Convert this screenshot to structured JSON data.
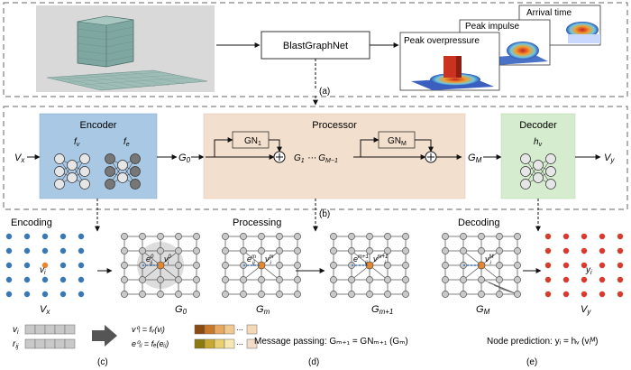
{
  "top": {
    "model": "BlastGraphNet",
    "outputs": [
      "Arrival time",
      "Peak impulse",
      "Peak overpressure"
    ],
    "panel_a": "(a)"
  },
  "middle": {
    "encoder": {
      "title": "Encoder",
      "fv": "f",
      "fv_sub": "v",
      "fe": "f",
      "fe_sub": "e",
      "input": "V",
      "input_sub": "x"
    },
    "processor": {
      "title": "Processor",
      "gn1": "GN",
      "gn1_sub": "1",
      "gnm": "GN",
      "gnm_sub": "M",
      "seq": "G",
      "seq_sub1": "1",
      "seq_mid": " ⋯ G",
      "seq_sub2": "M−1"
    },
    "decoder": {
      "title": "Decoder",
      "hv": "h",
      "hv_sub": "v",
      "output": "V",
      "output_sub": "y"
    },
    "g0": "G",
    "g0_sub": "0",
    "gm": "G",
    "gm_sub": "M",
    "panel_b": "(b)"
  },
  "bottom": {
    "encoding": "Encoding",
    "processing": "Processing",
    "decoding": "Decoding",
    "vi": "v",
    "vi_sub": "i",
    "vx": "V",
    "vx_sub": "x",
    "g0": "G",
    "g0_sub": "0",
    "gm": "G",
    "gm_sub": "m",
    "gm1": "G",
    "gm1_sub": "m+1",
    "gM": "G",
    "gM_sub": "M",
    "vy": "V",
    "vy_sub": "y",
    "yi": "y",
    "yi_sub": "i",
    "feat_vi": "v",
    "feat_vi_sub": "i",
    "feat_rij": "r",
    "feat_rij_sub": "ij",
    "eq_v0": "v⁰ᵢ = fᵥ(vᵢ)",
    "eq_e0": "e⁰ᵢⱼ = fₑ(eᵢⱼ)",
    "message_passing": "Message passing: Gₘ₊₁ = GNₘ₊₁ (Gₘ)",
    "node_prediction": "Node prediction: yᵢ = hᵥ (vᵢᴹ)",
    "panel_c": "(c)",
    "panel_d": "(d)",
    "panel_e": "(e)"
  },
  "colors": {
    "encoder_bg": "#a9c8e4",
    "processor_bg": "#f3dfcd",
    "decoder_bg": "#d5ecce",
    "node_blue": "#3b78b8",
    "node_orange": "#e8862c",
    "node_red": "#d83a2c"
  }
}
